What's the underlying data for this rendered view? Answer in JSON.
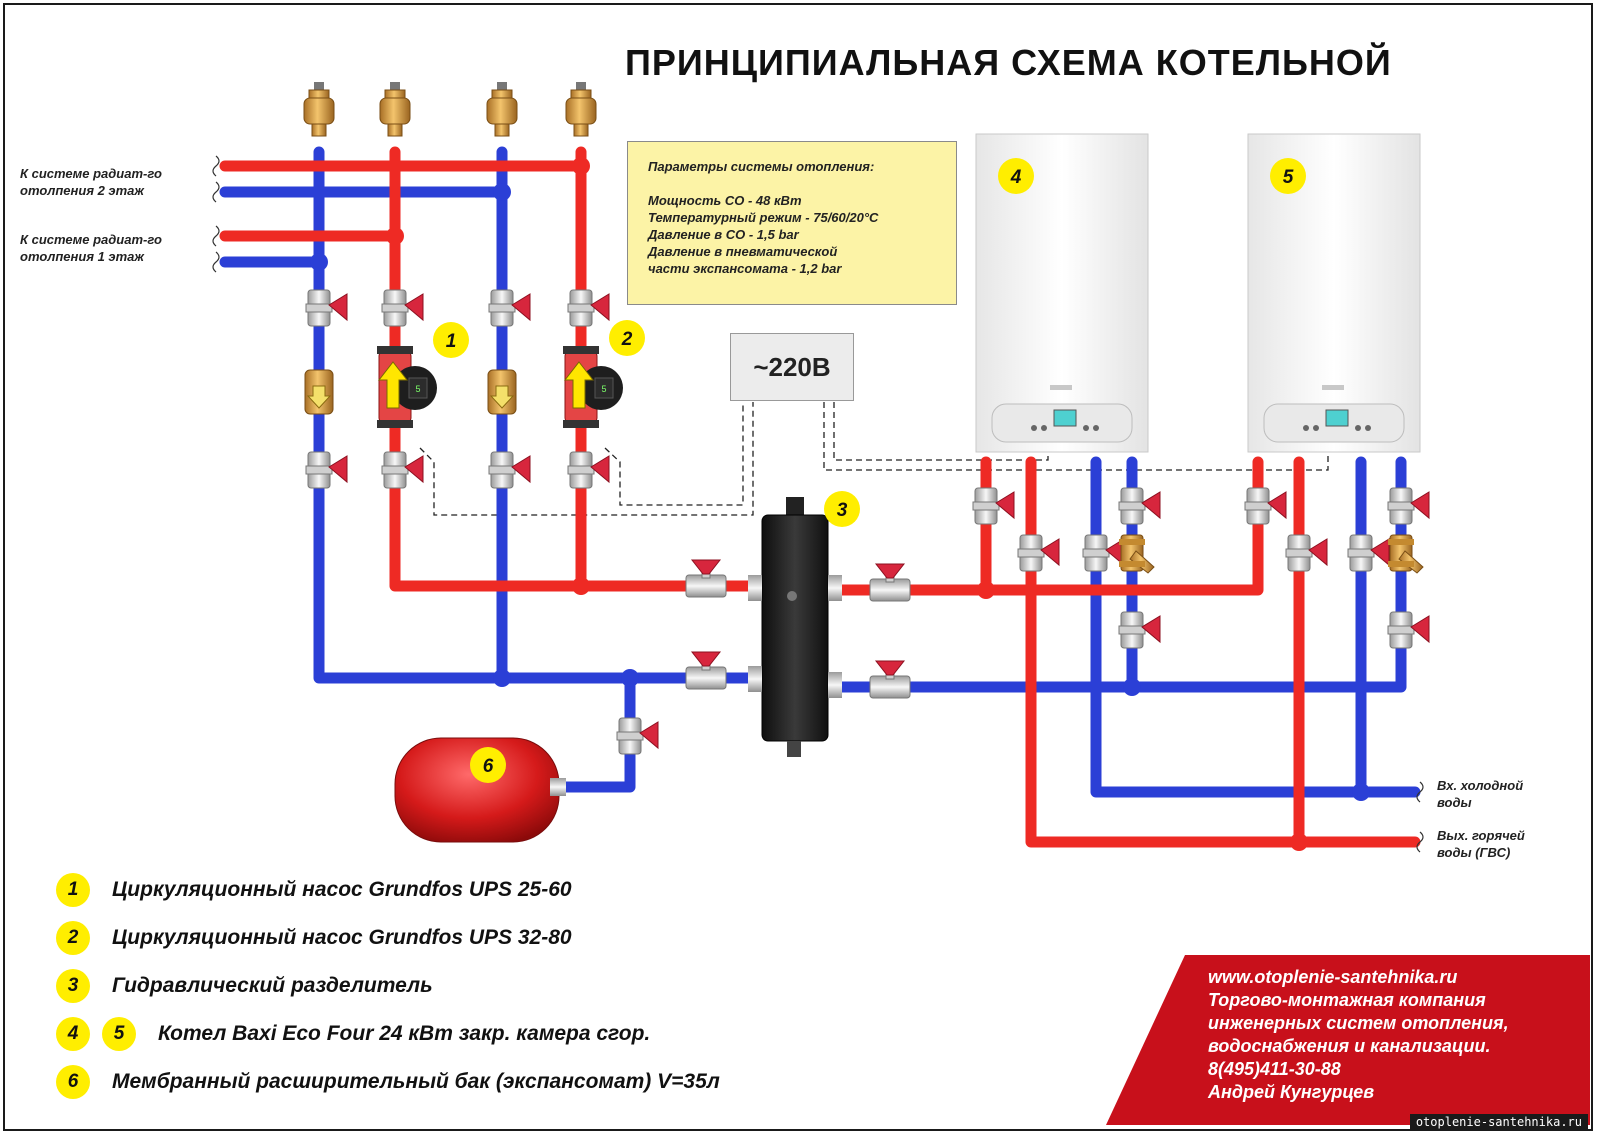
{
  "title": "ПРИНЦИПИАЛЬНАЯ СХЕМА КОТЕЛЬНОЙ",
  "labels": {
    "floor2": [
      "К системе радиат-го",
      "отолпения 2 этаж"
    ],
    "floor1": [
      "К системе радиат-го",
      "отолпения 1 этаж"
    ],
    "cold_in": [
      "Вх. холодной",
      "воды"
    ],
    "hot_out": [
      "Вых. горячей",
      "воды (ГВС)"
    ]
  },
  "params": {
    "heading": "Параметры системы отопления:",
    "lines": [
      "Мощность СО  - 48 кВт",
      "Температурный режим - 75/60/20°С",
      "Давление в СО - 1,5 bar",
      "Давление в пневматической",
      "части экспансомата - 1,2 bar"
    ]
  },
  "power": "~220В",
  "markers": {
    "pump1": "1",
    "pump2": "2",
    "separator": "3",
    "boiler4": "4",
    "boiler5": "5",
    "tank": "6"
  },
  "legend": [
    {
      "nums": [
        "1"
      ],
      "text": "Циркуляционный насос Grundfos UPS 25-60"
    },
    {
      "nums": [
        "2"
      ],
      "text": "Циркуляционный насос Grundfos UPS 32-80"
    },
    {
      "nums": [
        "3"
      ],
      "text": "Гидравлический разделитель"
    },
    {
      "nums": [
        "4",
        "5"
      ],
      "text": "Котел Baxi Eco Four 24 кВт закр. камера сгор."
    },
    {
      "nums": [
        "6"
      ],
      "text": "Мембранный расширительный бак (экспансомат) V=35л"
    }
  ],
  "company": {
    "lines": [
      "www.otoplenie-santehnika.ru",
      "Торгово-монтажная компания",
      "инженерных систем отопления,",
      "водоснабжения и канализации.",
      "8(495)411-30-88",
      "Андрей Кунгурцев"
    ]
  },
  "footer_url": "otoplenie-santehnika.ru",
  "colors": {
    "supply": "#ee2a24",
    "return": "#2b3fd6",
    "marker": "#ffee00",
    "brand": "#c8101b",
    "params_bg": "#fcf3a6"
  },
  "icons": [
    "air-vent-icon",
    "ball-valve-icon",
    "circulation-pump-icon",
    "check-valve-icon",
    "strainer-icon",
    "boiler-icon",
    "expansion-tank-icon",
    "hydraulic-separator-icon"
  ]
}
